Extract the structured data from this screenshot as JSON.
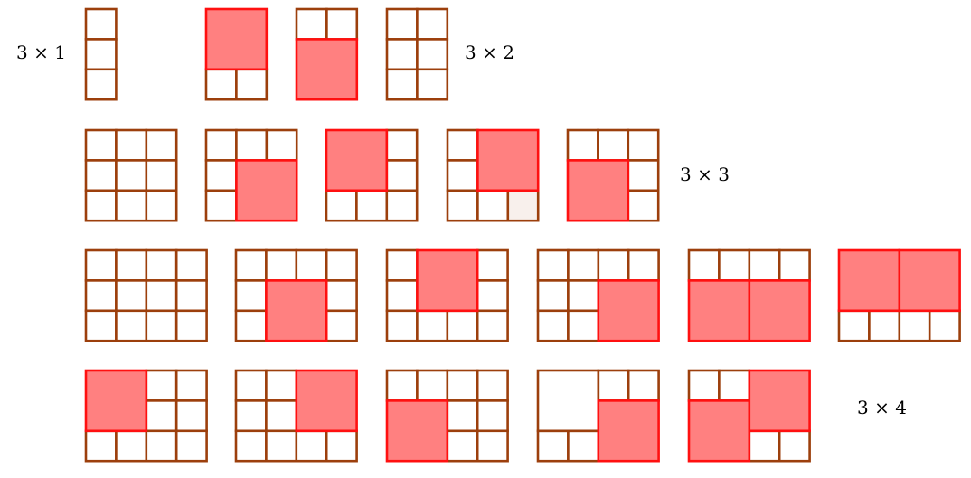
{
  "labels": [
    "3 × 1",
    "3 × 2",
    "3 × 3",
    "3 × 4"
  ],
  "colors": {
    "grid": "#9c3f0c",
    "tile_stroke": "#ff1010",
    "tile_fill": "#ff8080",
    "light_fill": "#f8f0ec"
  },
  "figures": [
    {
      "group": "3x1",
      "rows": 3,
      "cols": 1,
      "big": []
    },
    {
      "group": "3x2",
      "rows": 3,
      "cols": 2,
      "big": [
        [
          0,
          0
        ]
      ]
    },
    {
      "group": "3x2",
      "rows": 3,
      "cols": 2,
      "big": [
        [
          1,
          0
        ]
      ]
    },
    {
      "group": "3x2",
      "rows": 3,
      "cols": 2,
      "big": []
    },
    {
      "group": "3x3",
      "rows": 3,
      "cols": 3,
      "big": []
    },
    {
      "group": "3x3",
      "rows": 3,
      "cols": 3,
      "big": [
        [
          1,
          1
        ]
      ]
    },
    {
      "group": "3x3",
      "rows": 3,
      "cols": 3,
      "big": [
        [
          0,
          0
        ]
      ]
    },
    {
      "group": "3x3",
      "rows": 3,
      "cols": 3,
      "big": [
        [
          0,
          1
        ]
      ],
      "light": [
        [
          2,
          2
        ]
      ]
    },
    {
      "group": "3x3",
      "rows": 3,
      "cols": 3,
      "big": [
        [
          1,
          0
        ]
      ]
    },
    {
      "group": "3x4",
      "rows": 3,
      "cols": 4,
      "big": []
    },
    {
      "group": "3x4",
      "rows": 3,
      "cols": 4,
      "big": [
        [
          1,
          1
        ]
      ]
    },
    {
      "group": "3x4",
      "rows": 3,
      "cols": 4,
      "big": [
        [
          0,
          1
        ]
      ]
    },
    {
      "group": "3x4",
      "rows": 3,
      "cols": 4,
      "big": [
        [
          1,
          2
        ]
      ]
    },
    {
      "group": "3x4",
      "rows": 3,
      "cols": 4,
      "big": [
        [
          1,
          0
        ],
        [
          1,
          2
        ]
      ]
    },
    {
      "group": "3x4",
      "rows": 3,
      "cols": 4,
      "big": [
        [
          0,
          0
        ],
        [
          0,
          2
        ]
      ]
    },
    {
      "group": "3x4",
      "rows": 3,
      "cols": 4,
      "big": [
        [
          0,
          0
        ]
      ]
    },
    {
      "group": "3x4",
      "rows": 3,
      "cols": 4,
      "big": [
        [
          0,
          2
        ]
      ]
    },
    {
      "group": "3x4",
      "rows": 3,
      "cols": 4,
      "big": [
        [
          1,
          0
        ]
      ]
    },
    {
      "group": "3x4",
      "rows": 3,
      "cols": 4,
      "big": [
        [
          1,
          2
        ]
      ],
      "white_big": [
        [
          0,
          0
        ]
      ]
    },
    {
      "group": "3x4",
      "rows": 3,
      "cols": 4,
      "big": [
        [
          1,
          0
        ],
        [
          0,
          2
        ]
      ]
    }
  ]
}
